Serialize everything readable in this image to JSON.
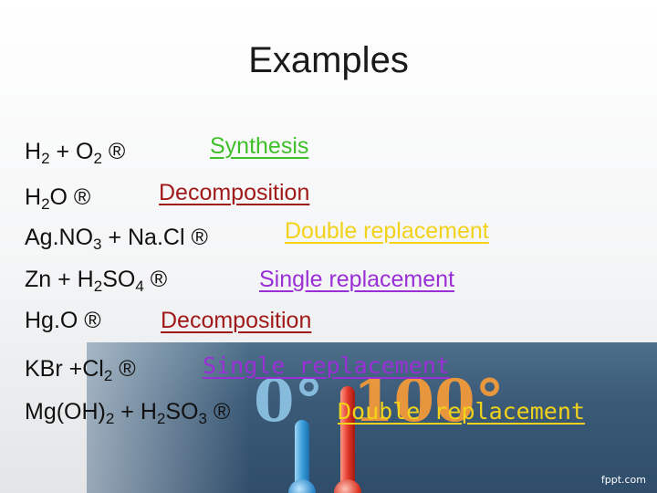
{
  "slide": {
    "title": "Examples",
    "reactions": [
      {
        "parts": [
          "H",
          "2",
          " + O",
          "2",
          " ®"
        ],
        "type": "Synthesis",
        "color": "#3fbf2a"
      },
      {
        "parts": [
          "H",
          "2",
          "O ®"
        ],
        "type": "Decomposition",
        "color": "#a11a1a"
      },
      {
        "parts": [
          "Ag.NO",
          "3",
          " + Na.Cl ®"
        ],
        "type": "Double replacement",
        "color": "#f2d21a"
      },
      {
        "parts": [
          "Zn + H",
          "2",
          "SO",
          "4",
          " ®"
        ],
        "type": "Single replacement",
        "color": "#9a2fd6"
      },
      {
        "parts": [
          "Hg.O ®"
        ],
        "type": "Decomposition",
        "color": "#a11a1a"
      },
      {
        "parts": [
          "KBr +Cl",
          "2",
          " ®"
        ],
        "type": "Single replacement",
        "color": "#9a2fd6"
      },
      {
        "parts": [
          "Mg(OH)",
          "2",
          " + H",
          "2",
          "SO",
          "3",
          " ®"
        ],
        "type": "Double replacement",
        "color": "#f2d21a"
      }
    ],
    "background": {
      "cold_label": "0°",
      "hot_label": "100°"
    },
    "credit": "fppt.com"
  }
}
